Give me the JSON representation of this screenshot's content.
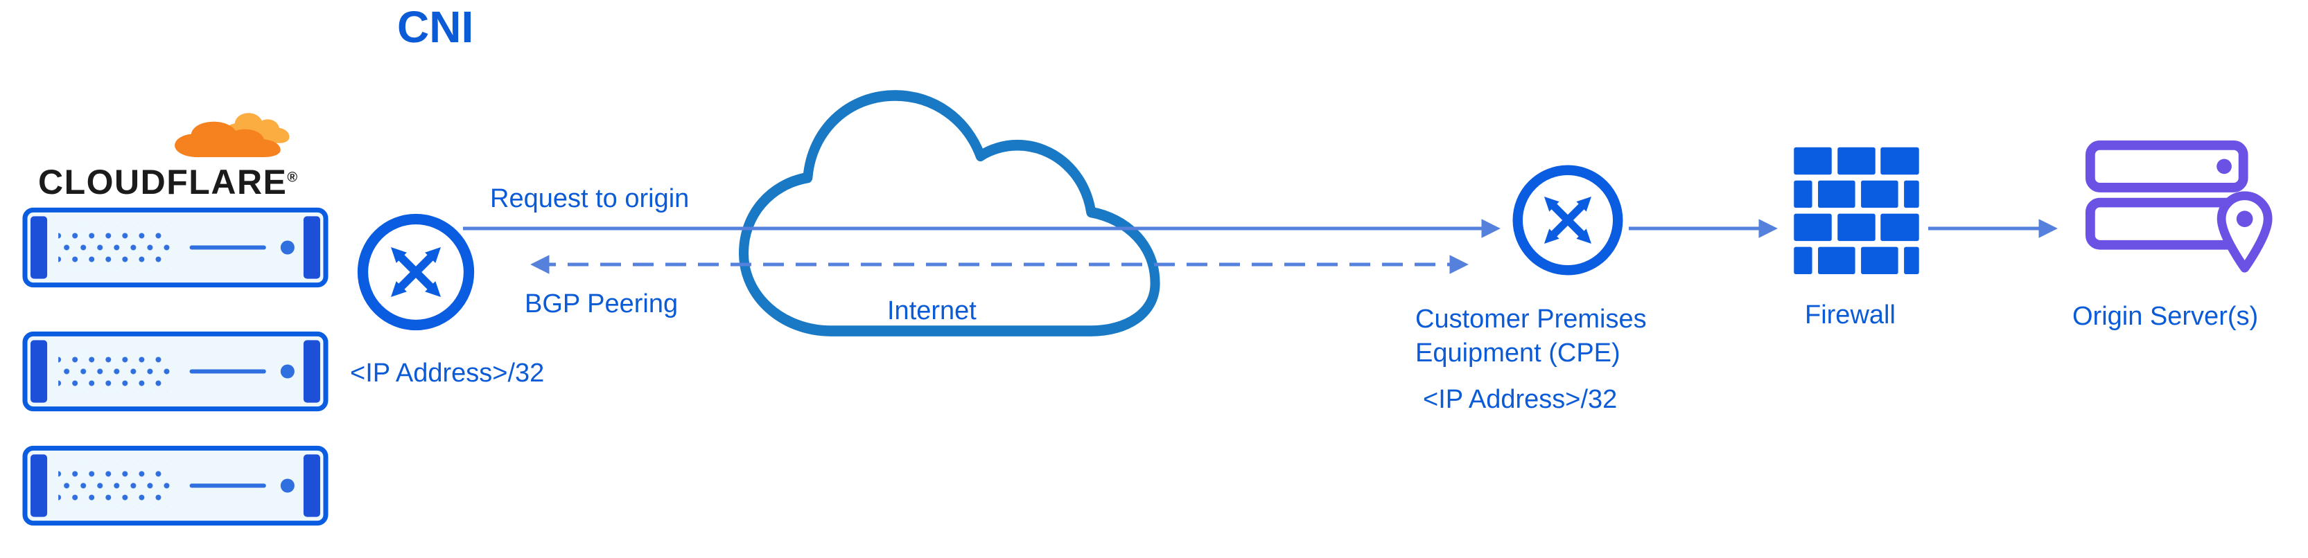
{
  "title": "CNI",
  "logo": {
    "wordmark": "CLOUDFLARE",
    "registered": "®"
  },
  "labels": {
    "request": "Request to origin",
    "bgp": "BGP Peering",
    "internet": "Internet",
    "cf_ip": "<IP Address>/32",
    "cpe": "Customer Premises Equipment (CPE)",
    "cpe_ip": "<IP Address>/32",
    "firewall": "Firewall",
    "origin": "Origin Server(s)"
  },
  "icons": [
    "cloudflare-logo",
    "server-rack-icon",
    "router-icon",
    "internet-cloud-icon",
    "cpe-router-icon",
    "firewall-brick-icon",
    "origin-server-pin-icon"
  ],
  "colors": {
    "text_blue": "#0b5bd6",
    "icon_blue": "#0a5ce0",
    "arrow_blue": "#5580dc",
    "cloud_blue": "#1a79c4",
    "server_fill": "#edf7fc",
    "server_ear": "#1d50d8",
    "server_detail": "#2f6fe0",
    "purple": "#6c52e4",
    "orange": "#f6821f",
    "orange_light": "#fbad41",
    "wordmark_black": "#1b1b1b"
  }
}
